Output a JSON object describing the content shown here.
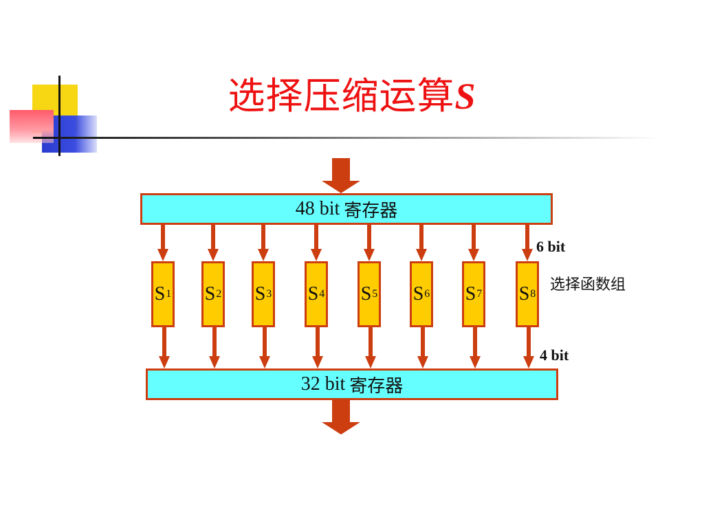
{
  "title": {
    "main": "选择压缩运算",
    "italic": "S"
  },
  "register_top": {
    "size": "48 bit",
    "name": "寄存器"
  },
  "register_bottom": {
    "size": "32 bit",
    "name": "寄存器"
  },
  "sboxes": [
    {
      "letter": "S",
      "index": "1"
    },
    {
      "letter": "S",
      "index": "2"
    },
    {
      "letter": "S",
      "index": "3"
    },
    {
      "letter": "S",
      "index": "4"
    },
    {
      "letter": "S",
      "index": "5"
    },
    {
      "letter": "S",
      "index": "6"
    },
    {
      "letter": "S",
      "index": "7"
    },
    {
      "letter": "S",
      "index": "8"
    }
  ],
  "labels": {
    "input_bits": "6 bit",
    "group": "选择函数组",
    "output_bits": "4 bit"
  },
  "colors": {
    "title": "#ee1111",
    "register_fill": "#66ffff",
    "sbox_fill": "#ffcc00",
    "arrow": "#cc3d10"
  }
}
